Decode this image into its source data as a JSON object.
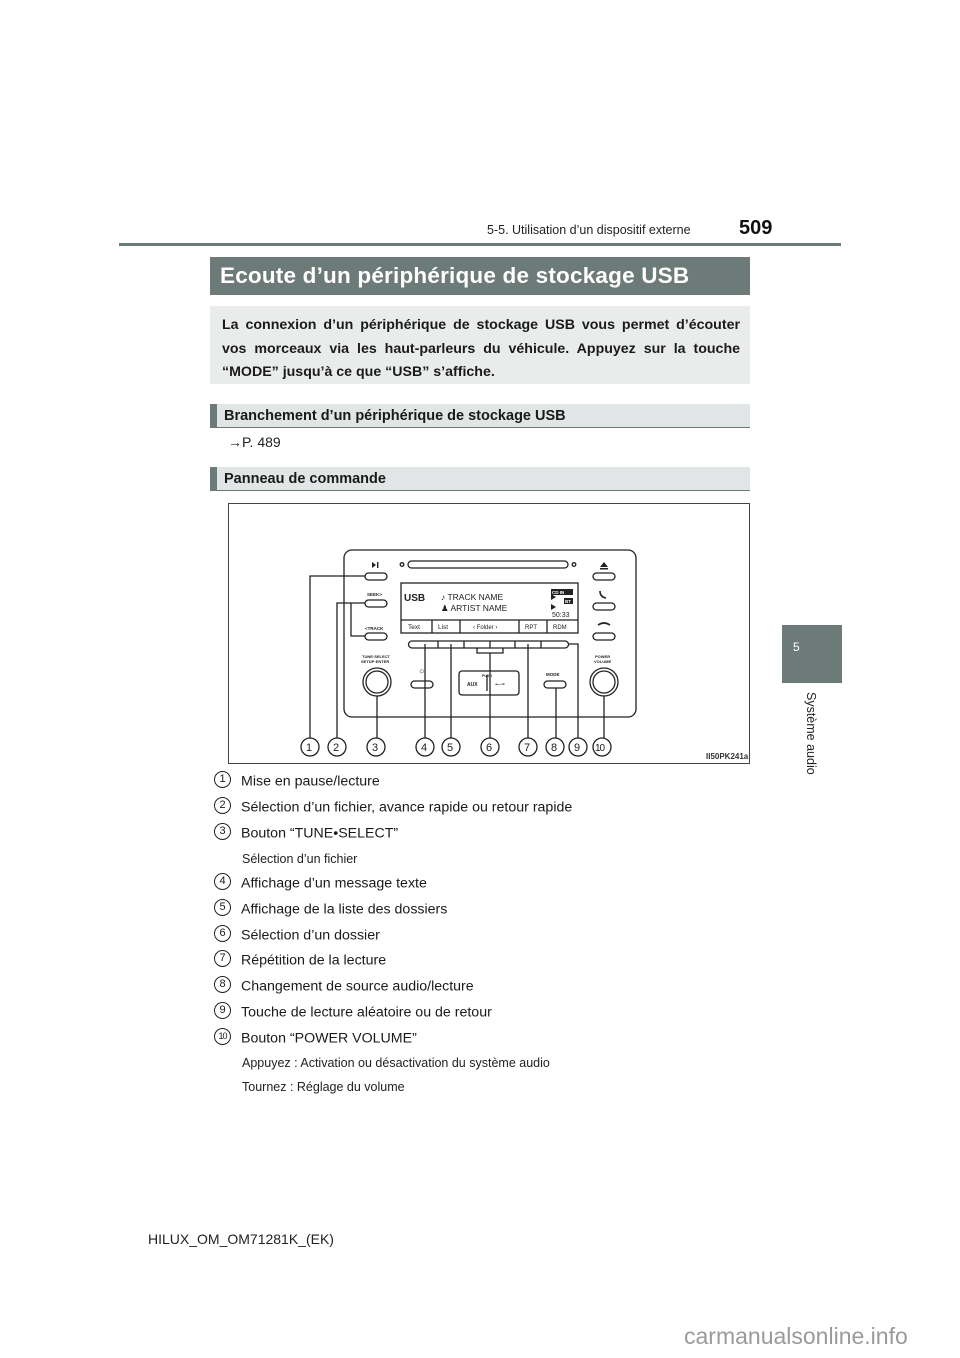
{
  "header": {
    "section": "5-5. Utilisation d’un dispositif externe",
    "page_number": "509"
  },
  "side_tab": {
    "chapter_number": "5",
    "chapter_label": "Système audio"
  },
  "title": "Ecoute d’un périphérique de stockage USB",
  "intro": "La connexion d’un périphérique de stockage USB vous permet d’écouter vos morceaux via les haut-parleurs du véhicule. Appuyez sur la touche “MODE” jusqu’à ce que “USB” s’affiche.",
  "sections": [
    {
      "heading": "Branchement d’un périphérique de stockage USB",
      "reference": "→P. 489"
    },
    {
      "heading": "Panneau de commande"
    }
  ],
  "figure": {
    "code": "II50PK241a",
    "display": {
      "source": "USB",
      "track": "♪ TRACK NAME",
      "artist": "♟ ARTIST NAME",
      "badge_cd": "CD IN",
      "badge_bt": "BT",
      "time": "50:33",
      "soft_keys": [
        "Text",
        "List",
        "‹ Folder ›",
        "RPT",
        "RDM"
      ]
    },
    "labels": {
      "play_pause": "▶‖",
      "seek": "SEEK>",
      "track": "<TRACK",
      "tune_select_1": "TUNE•SELECT",
      "tune_select_2": "SETUP•ENTER",
      "power_volume_1": "POWER",
      "power_volume_2": "VOLUME",
      "mode": "MODE",
      "aux": "AUX",
      "push": "PUSH",
      "usb_symbol": "⭠⊸"
    },
    "callouts": [
      "1",
      "2",
      "3",
      "4",
      "5",
      "6",
      "7",
      "8",
      "9",
      "10"
    ]
  },
  "legend": [
    {
      "num": "1",
      "text": "Mise en pause/lecture"
    },
    {
      "num": "2",
      "text": "Sélection d’un fichier, avance rapide ou retour rapide"
    },
    {
      "num": "3",
      "text": "Bouton “TUNE•SELECT”",
      "notes": [
        "Sélection d’un fichier"
      ]
    },
    {
      "num": "4",
      "text": "Affichage d’un message texte"
    },
    {
      "num": "5",
      "text": "Affichage de la liste des dossiers"
    },
    {
      "num": "6",
      "text": "Sélection d’un dossier"
    },
    {
      "num": "7",
      "text": "Répétition de la lecture"
    },
    {
      "num": "8",
      "text": "Changement de source audio/lecture"
    },
    {
      "num": "9",
      "text": "Touche de lecture aléatoire ou de retour"
    },
    {
      "num": "10",
      "text": "Bouton “POWER VOLUME”",
      "notes": [
        "Appuyez : Activation ou désactivation du système audio",
        "Tournez : Réglage du volume"
      ]
    }
  ],
  "footer": {
    "doc_code": "HILUX_OM_OM71281K_(EK)",
    "watermark": "carmanualsonline.info"
  }
}
